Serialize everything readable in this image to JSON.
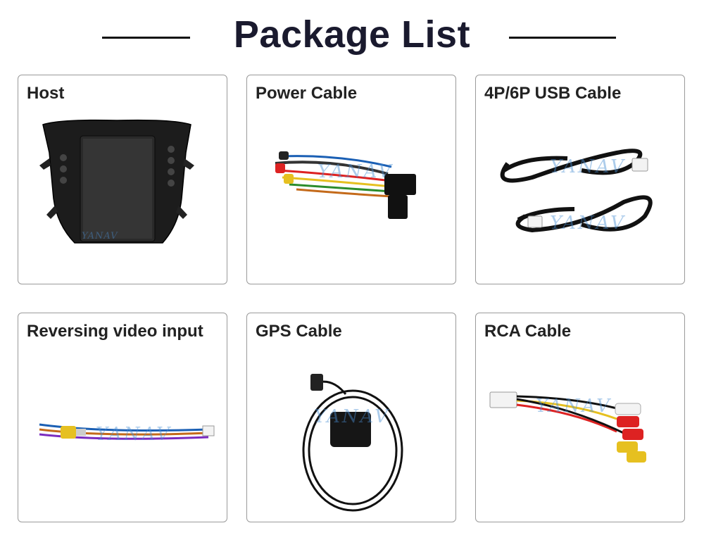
{
  "header": {
    "title": "Package List"
  },
  "watermark": "YANAV",
  "cards": [
    {
      "label": "Host"
    },
    {
      "label": "Power Cable"
    },
    {
      "label": "4P/6P USB Cable"
    },
    {
      "label": "Reversing video input"
    },
    {
      "label": "GPS Cable"
    },
    {
      "label": "RCA Cable"
    }
  ]
}
